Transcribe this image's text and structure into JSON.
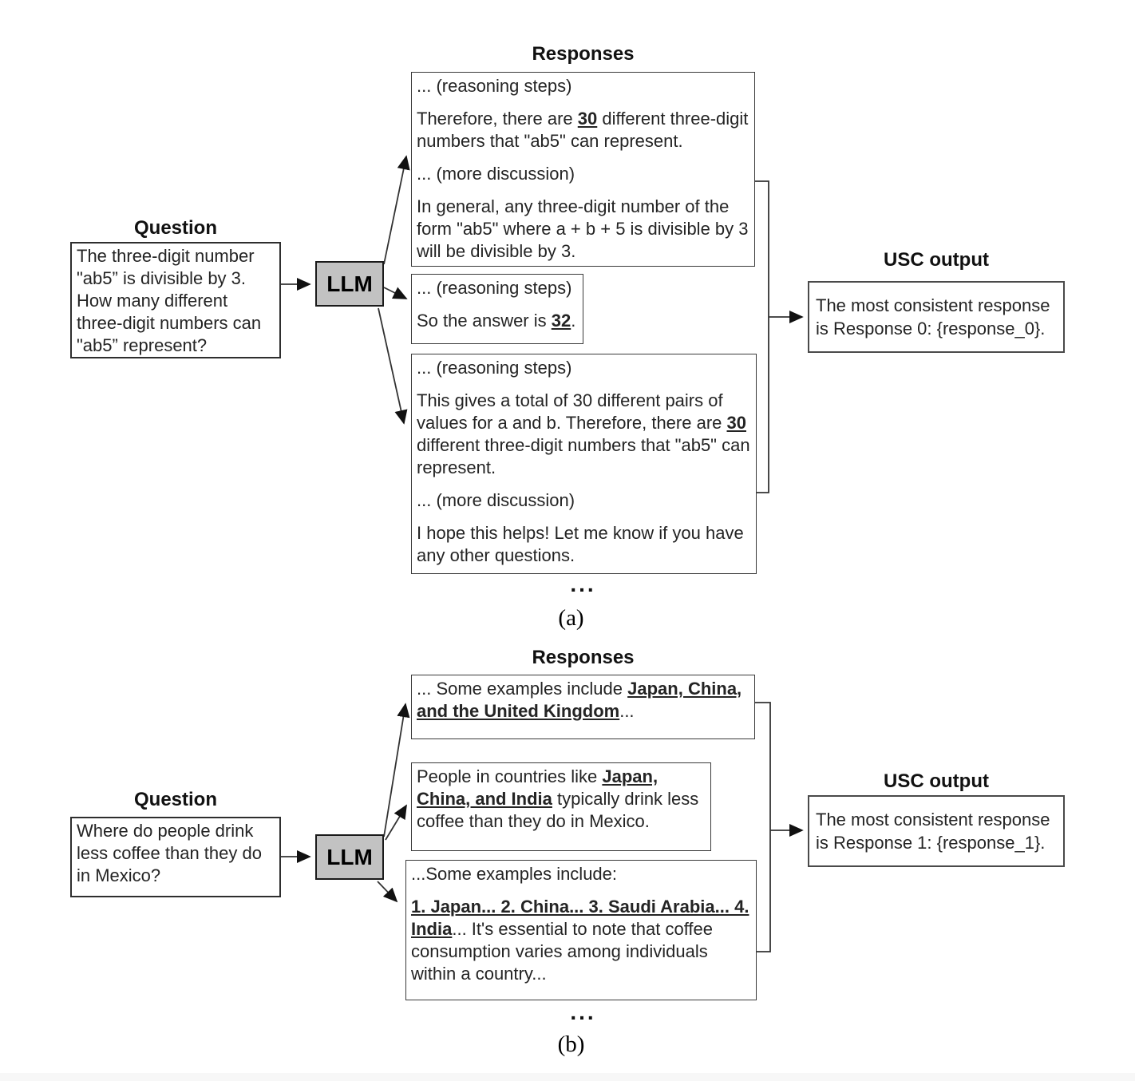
{
  "colors": {
    "llm_fill": "#c2c2c2",
    "box_border": "#2e2e2e",
    "background": "#ffffff",
    "footer_strip": "#f7f7f7"
  },
  "panels": [
    {
      "caption": "(a)",
      "question": {
        "label": "Question",
        "text": "The three-digit number \"ab5” is divisible by 3. How many different three-digit numbers can \"ab5” represent?"
      },
      "llm": {
        "label": "LLM"
      },
      "responses": {
        "label": "Responses",
        "ellipsis": "...",
        "boxes": [
          {
            "paragraphs": [
              [
                {
                  "t": "... (reasoning steps)"
                }
              ],
              [
                {
                  "t": "Therefore, there are "
                },
                {
                  "t": "30",
                  "u": true
                },
                {
                  "t": " different three-digit numbers that \"ab5\" can represent."
                }
              ],
              [
                {
                  "t": "... (more discussion)"
                }
              ],
              [
                {
                  "t": "In general, any three-digit number of the form \"ab5\" where a + b + 5 is divisible by 3 will be divisible by 3."
                }
              ]
            ]
          },
          {
            "paragraphs": [
              [
                {
                  "t": "... (reasoning steps)"
                }
              ],
              [
                {
                  "t": "So the answer is "
                },
                {
                  "t": "32",
                  "u": true
                },
                {
                  "t": "."
                }
              ]
            ]
          },
          {
            "paragraphs": [
              [
                {
                  "t": "... (reasoning steps)"
                }
              ],
              [
                {
                  "t": "This gives a total of 30 different pairs of values for a and b. Therefore, there are "
                },
                {
                  "t": "30",
                  "u": true
                },
                {
                  "t": " different three-digit numbers that \"ab5\" can represent."
                }
              ],
              [
                {
                  "t": "... (more discussion)"
                }
              ],
              [
                {
                  "t": "I hope this helps! Let me know if you have any other questions."
                }
              ]
            ]
          }
        ]
      },
      "usc": {
        "label": "USC output",
        "text": "The most consistent response is Response 0: {response_0}."
      }
    },
    {
      "caption": "(b)",
      "question": {
        "label": "Question",
        "text": "Where do people drink less coffee than they do in Mexico?"
      },
      "llm": {
        "label": "LLM"
      },
      "responses": {
        "label": "Responses",
        "ellipsis": "...",
        "boxes": [
          {
            "paragraphs": [
              [
                {
                  "t": "... Some examples include "
                },
                {
                  "t": "Japan, China, and the United Kingdom",
                  "u": true
                },
                {
                  "t": "..."
                }
              ]
            ]
          },
          {
            "paragraphs": [
              [
                {
                  "t": "People in countries like "
                },
                {
                  "t": "Japan, China, and India",
                  "u": true
                },
                {
                  "t": " typically drink less coffee than they do in Mexico."
                }
              ]
            ]
          },
          {
            "paragraphs": [
              [
                {
                  "t": "...Some examples include:"
                }
              ],
              [
                {
                  "t": "1. Japan... 2. China... 3. Saudi Arabia... 4. India",
                  "u": true
                },
                {
                  "t": "... It's essential to note that coffee consumption varies among individuals within a country..."
                }
              ]
            ]
          }
        ]
      },
      "usc": {
        "label": "USC output",
        "text": "The most consistent response is Response 1: {response_1}."
      }
    }
  ]
}
